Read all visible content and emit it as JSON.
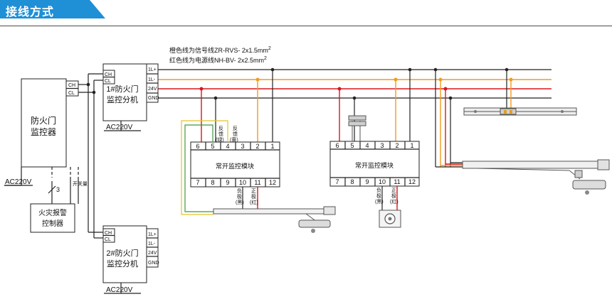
{
  "header": {
    "title": "接线方式"
  },
  "legend": {
    "signal_line": "橙色线为信号线ZR-RVS- 2x1.5mm",
    "signal_sup": "2",
    "power_line": "红色线为电源线NH-BV- 2x2.5mm",
    "power_sup": "2"
  },
  "bus": {
    "labels": [
      "1L+",
      "1L-",
      "24V",
      "GND"
    ]
  },
  "controller": {
    "name_line1": "防火门",
    "name_line2": "监控器",
    "terminal_ch": "CH",
    "terminal_cl": "CL",
    "power": "AC220V"
  },
  "alarm": {
    "name_line1": "火灾报警",
    "name_line2": "控制器",
    "switch_label": "开关量",
    "wire_count": "3"
  },
  "splitter1": {
    "name_line1": "1#防火门",
    "name_line2": "监控分机",
    "terminal_ch": "CH",
    "terminal_cl": "CL",
    "terminals_right": [
      "1L+",
      "1L-",
      "24V",
      "GND"
    ],
    "power": "AC220V"
  },
  "splitter2": {
    "name_line1": "2#防火门",
    "name_line2": "监控分机",
    "terminal_ch": "CH",
    "terminal_cl": "CL",
    "terminals_right": [
      "1L+",
      "1L-",
      "24V",
      "GND"
    ],
    "power": "AC220V"
  },
  "module1": {
    "title": "常开监控模块",
    "top_terminals": [
      "6",
      "5",
      "4",
      "3",
      "2",
      "1"
    ],
    "bottom_terminals": [
      "7",
      "8",
      "9",
      "10",
      "11",
      "12"
    ],
    "feedback_green": [
      "反",
      "馈",
      "(绿)"
    ],
    "feedback_yellow": [
      "反",
      "馈",
      "(黄)"
    ],
    "neg_label": [
      "负",
      "极",
      "(黑)"
    ],
    "pos_label": [
      "正",
      "极",
      "(红)"
    ]
  },
  "module2": {
    "title": "常开监控模块",
    "top_terminals": [
      "6",
      "5",
      "4",
      "3",
      "2",
      "1"
    ],
    "bottom_terminals": [
      "7",
      "8",
      "9",
      "10",
      "11",
      "12"
    ],
    "neg_label": [
      "负",
      "极",
      "(黑)"
    ],
    "pos_label": [
      "正",
      "极",
      "(红)"
    ]
  },
  "colors": {
    "header_blue": "#1f8fd6",
    "signal_orange": "#f39a1d",
    "power_red": "#d9161b",
    "feedback_green": "#3c9a3c",
    "feedback_yellow": "#e6c229"
  }
}
